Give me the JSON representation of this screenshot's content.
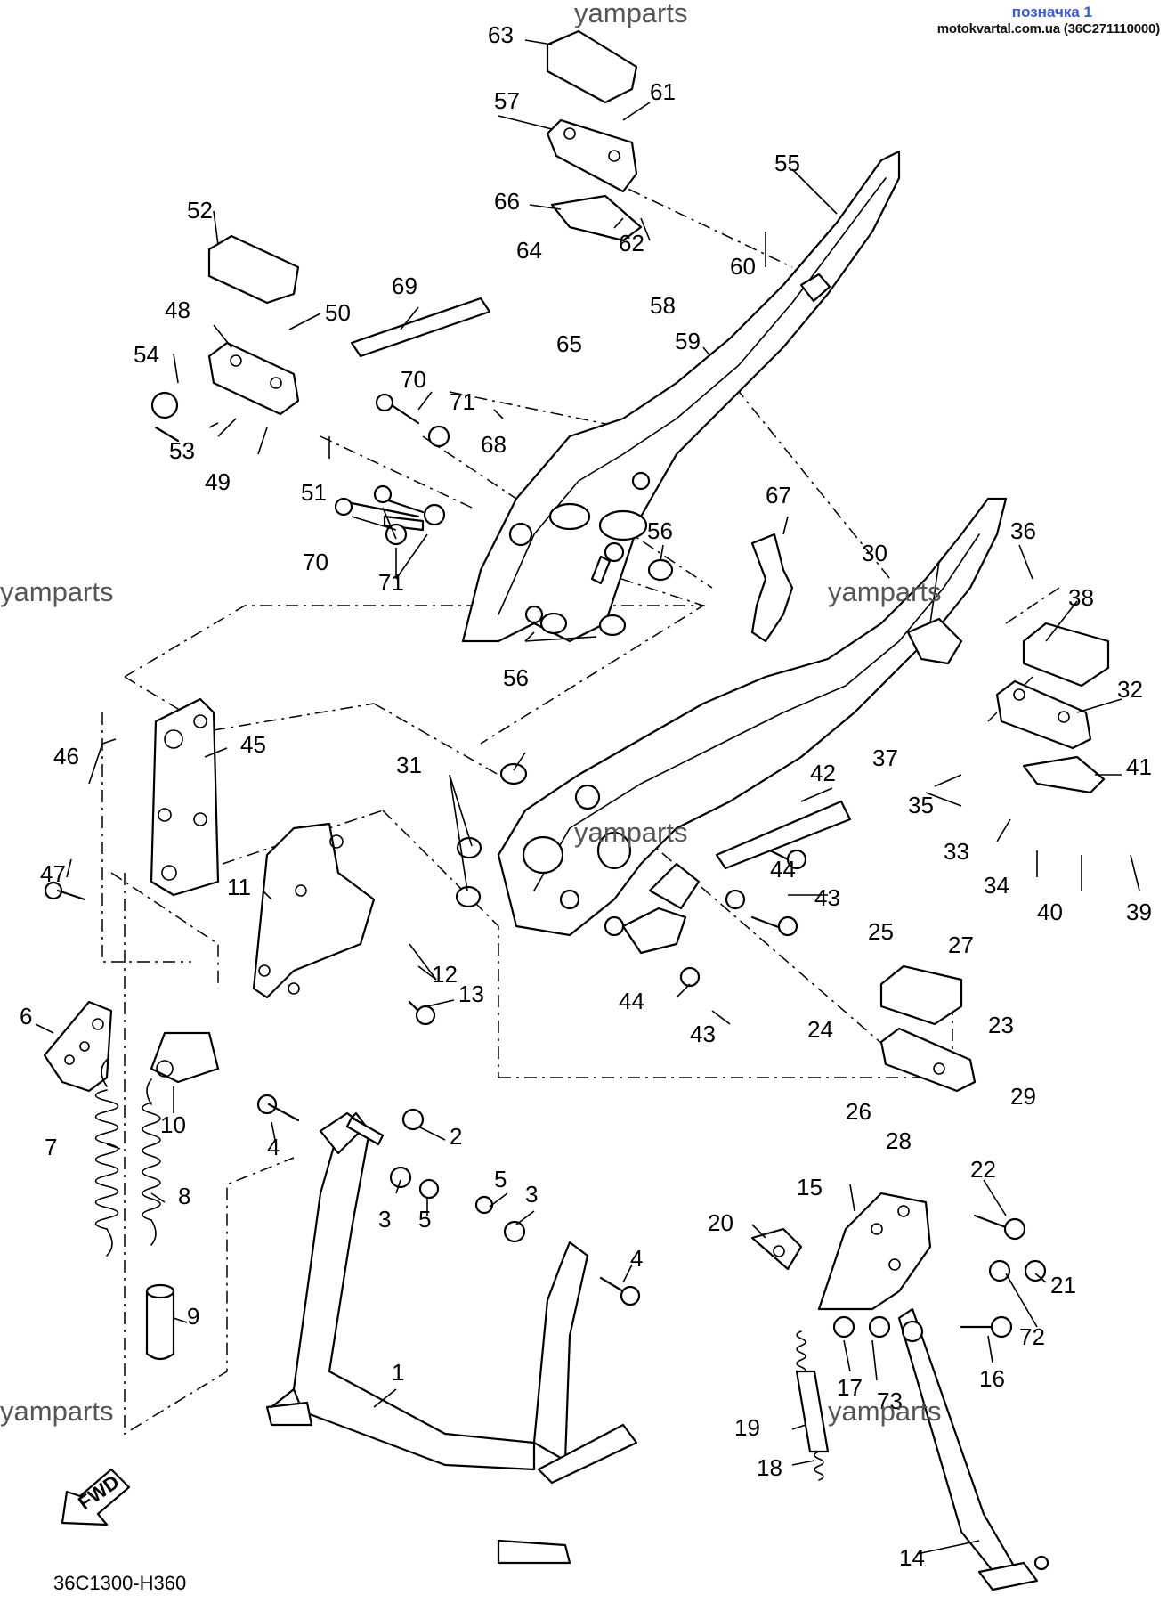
{
  "header": {
    "label": "позначка 1",
    "source": "motokvartal.com.ua (36C271110000)"
  },
  "watermarks": [
    "yamparts",
    "yamparts",
    "yamparts",
    "yamparts",
    "yamparts",
    "yamparts"
  ],
  "figure_code": "36C1300-H360",
  "fwd_label": "FWD",
  "callouts": [
    "1",
    "2",
    "3",
    "3",
    "4",
    "4",
    "5",
    "5",
    "6",
    "7",
    "8",
    "9",
    "10",
    "11",
    "12",
    "13",
    "14",
    "15",
    "16",
    "17",
    "18",
    "19",
    "20",
    "21",
    "22",
    "23",
    "24",
    "25",
    "26",
    "27",
    "28",
    "29",
    "30",
    "31",
    "32",
    "33",
    "34",
    "35",
    "36",
    "37",
    "38",
    "39",
    "40",
    "41",
    "42",
    "43",
    "43",
    "44",
    "44",
    "45",
    "46",
    "47",
    "48",
    "49",
    "50",
    "51",
    "52",
    "53",
    "54",
    "55",
    "56",
    "56",
    "57",
    "58",
    "59",
    "60",
    "61",
    "62",
    "63",
    "64",
    "65",
    "66",
    "67",
    "68",
    "69",
    "70",
    "70",
    "71",
    "71",
    "72",
    "73"
  ]
}
